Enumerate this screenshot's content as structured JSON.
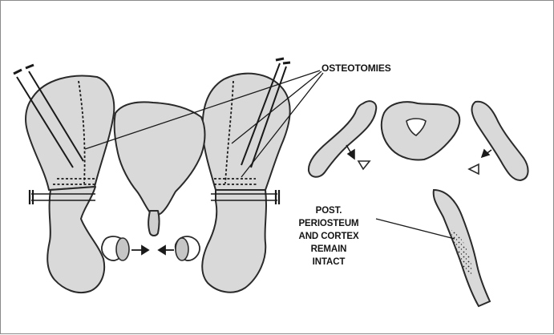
{
  "labels": {
    "osteotomies": "OSTEOTOMIES",
    "periosteum_lines": [
      "POST. PERIOSTEUM",
      "AND CORTEX REMAIN",
      "INTACT"
    ]
  },
  "colors": {
    "bone_fill": "#d9d9d9",
    "bone_fill_dark": "#c6c6c6",
    "outline": "#2a2a2a",
    "frame_border": "#8a8a8a"
  }
}
